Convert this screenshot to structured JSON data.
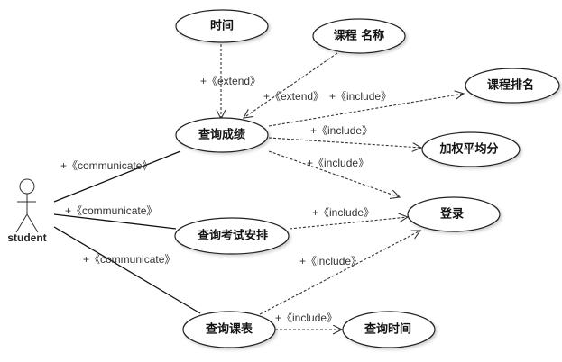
{
  "actor": {
    "name": "student"
  },
  "use_cases": {
    "time": "时间",
    "course_name": "课程 名称",
    "course_rank": "课程排名",
    "query_grades": "查询成绩",
    "weighted_avg": "加权平均分",
    "login": "登录",
    "query_exam": "查询考试安排",
    "query_schedule": "查询课表",
    "query_time": "查询时间"
  },
  "relations": {
    "comm_grades": "+《communicate》",
    "comm_exam": "+《communicate》",
    "comm_schedule": "+《communicate》",
    "ext_time": "+《extend》",
    "ext_course_name": "+《extend》",
    "inc_rank": "+《include》",
    "inc_weighted": "+《include》",
    "inc_login_grades": "+《include》",
    "inc_login_exam": "+《include》",
    "inc_login_schedule": "+《include》",
    "inc_query_time": "+《include》"
  }
}
